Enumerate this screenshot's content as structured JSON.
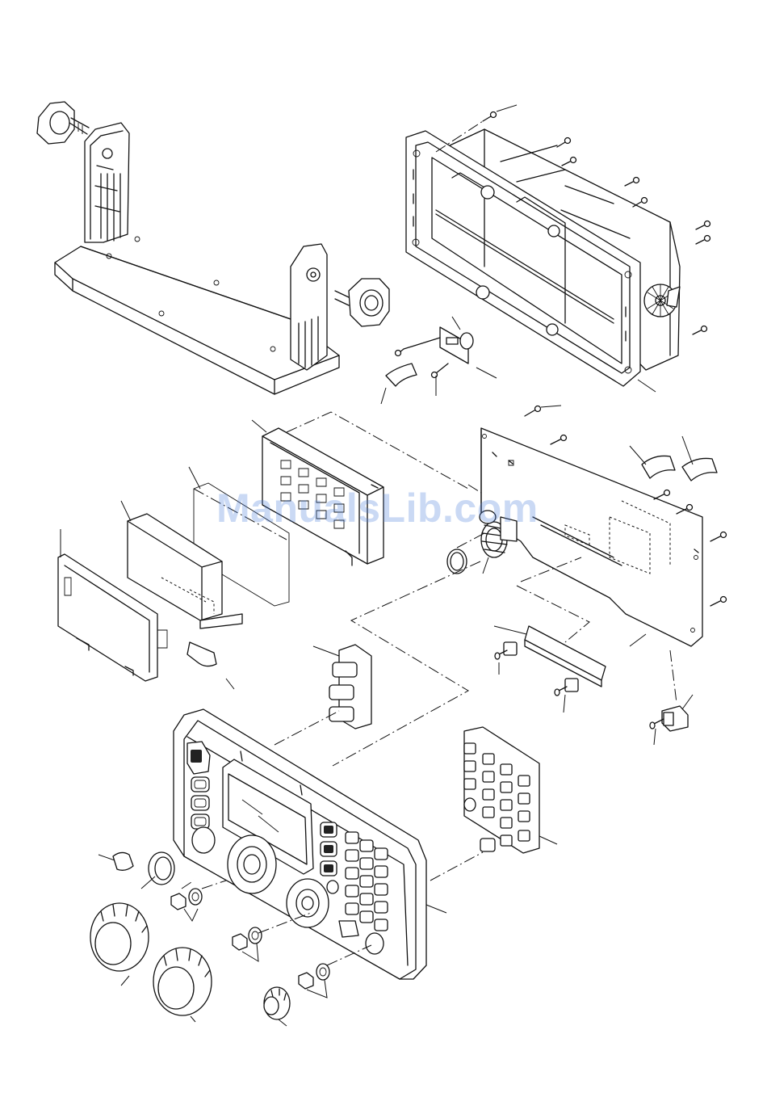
{
  "watermark": {
    "text": "ManualsLib.com",
    "color": "#5082dc"
  },
  "figure": {
    "kind": "exploded-parts-view",
    "parts": [
      "mounting-bracket",
      "bracket-knob-left",
      "bracket-knob-right",
      "rear-chassis-case",
      "case-screws",
      "connector-board",
      "flat-cable",
      "main-pc-board",
      "antenna-connector",
      "o-ring",
      "keypad-holder",
      "lcd-reflector-sheet",
      "lcd-panel",
      "lcd-frame",
      "button-rubber",
      "front-panel",
      "keypad-rubber",
      "knob-cap",
      "knob-ring",
      "large-knob",
      "large-knob-2",
      "small-knob",
      "nut-washer-set",
      "sub-board",
      "connector-plug"
    ]
  }
}
